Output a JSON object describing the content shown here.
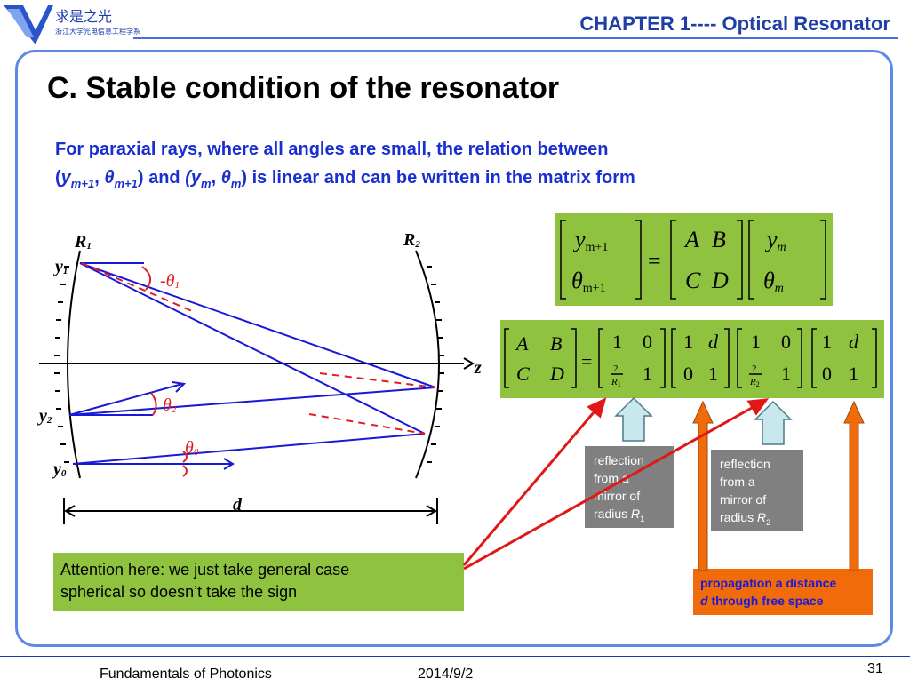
{
  "header": {
    "chapter": "CHAPTER 1---- Optical  Resonator",
    "logo_text": "求是之光",
    "logo_subtext": "浙江大学光电信息工程学系"
  },
  "title": "C.  Stable condition of the resonator",
  "intro": {
    "line1": "For paraxial rays, where all angles are small, the relation between",
    "line2_a": "(",
    "y_m1": "y",
    "sub_m1": "m+1",
    "comma1": ", ",
    "theta_m1": "θ",
    "sub_tm1": "m+1",
    "line2_b": ") and ",
    "paren2": "(",
    "y_m": "y",
    "sub_m": "m",
    "comma2": ", ",
    "theta_m": "θ",
    "sub_tm": "m",
    "line2_c": ") is linear and can be written in the matrix form"
  },
  "diagram": {
    "labels": {
      "R1": "R",
      "R1_sub": "1",
      "R2": "R",
      "R2_sub": "2",
      "y1": "y",
      "y1_sub": "1",
      "y2": "y",
      "y2_sub": "2",
      "y0": "y",
      "y0_sub": "0",
      "z": "z",
      "d": "d",
      "theta1": "-θ",
      "theta1_sub": "1",
      "theta2": "θ",
      "theta2_sub": "2",
      "theta0": "θ",
      "theta0_sub": "0"
    }
  },
  "equation1": {
    "y_m1": "y",
    "y_m1_sub": "m+1",
    "theta_m1": "θ",
    "theta_m1_sub": "m+1",
    "eq": "=",
    "A": "A",
    "B": "B",
    "C": "C",
    "D": "D",
    "y_m": "y",
    "y_m_sub": "m",
    "theta_m": "θ",
    "theta_m_sub": "m"
  },
  "equation2": {
    "A": "A",
    "B": "B",
    "C": "C",
    "D": "D",
    "eq": "=",
    "one": "1",
    "zero": "0",
    "d": "d",
    "two": "2",
    "R1": "R",
    "R1_sub": "1",
    "R2": "R",
    "R2_sub": "2"
  },
  "notes": {
    "reflection1_lines": [
      "reflection",
      "from a",
      "mirror of",
      "radius "
    ],
    "reflection1_R": "R",
    "reflection1_R_sub": "1",
    "reflection2_lines": [
      "reflection",
      "from a",
      "mirror of",
      "radius "
    ],
    "reflection2_R": "R",
    "reflection2_R_sub": "2",
    "propagation_line1": "propagation a distance",
    "propagation_d": "d",
    "propagation_line2": " through free space"
  },
  "attention": {
    "line1": "Attention here: we just take general case",
    "line2": "spherical so doesn’t take  the sign"
  },
  "footer": {
    "left": "Fundamentals of Photonics",
    "date": "2014/9/2",
    "page": "31"
  },
  "colors": {
    "title_blue": "#1f3fa6",
    "intro_blue": "#1a2fd0",
    "ray_blue": "#1818d8",
    "angle_red": "#e02020",
    "green_box": "#8fc33f",
    "orange_box": "#f26b0a",
    "gray_box": "#808080",
    "frame_blue": "#5b8ae6"
  },
  "icons": [
    "university-logo",
    "up-arrow-icon",
    "red-pointer-arrow"
  ]
}
